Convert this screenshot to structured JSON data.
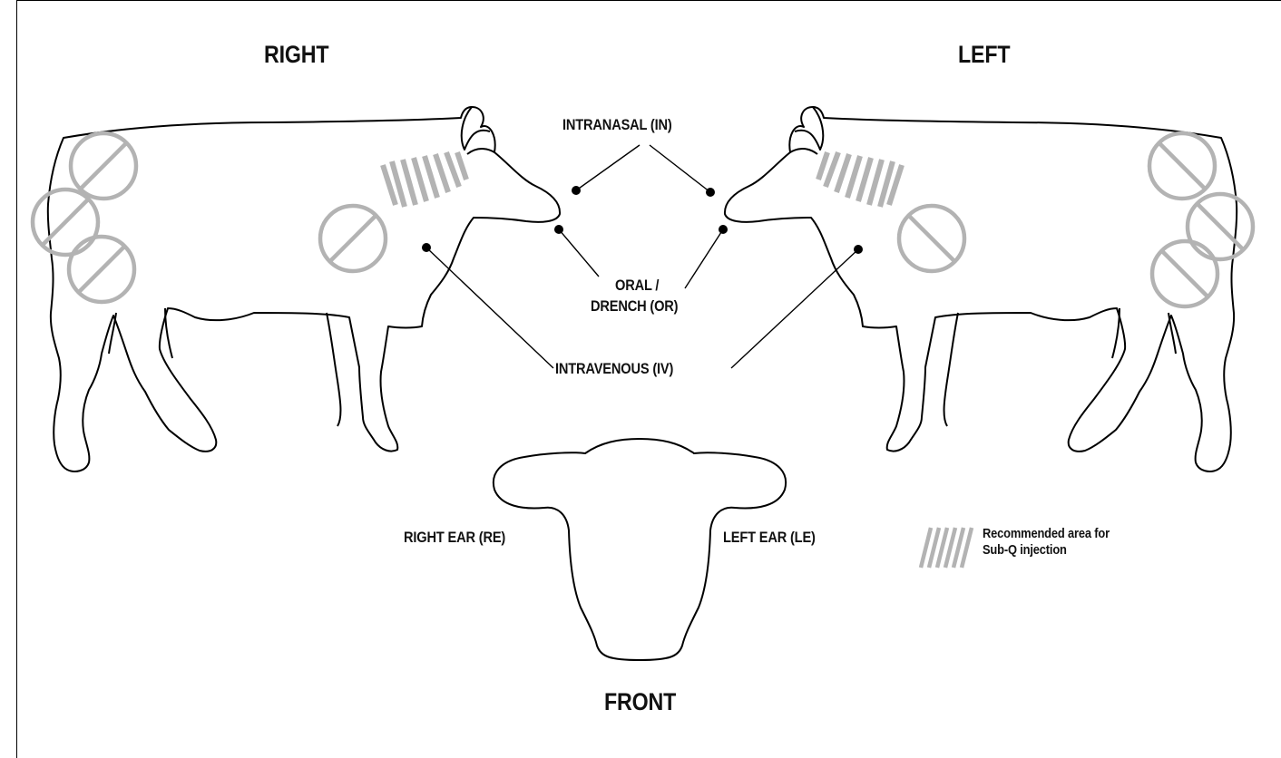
{
  "views": {
    "right": "RIGHT",
    "left": "LEFT",
    "front": "FRONT"
  },
  "routes": {
    "intranasal": "INTRANASAL (IN)",
    "oral_line1": "ORAL /",
    "oral_line2": "DRENCH (OR)",
    "intravenous": "INTRAVENOUS (IV)",
    "right_ear": "RIGHT EAR (RE)",
    "left_ear": "LEFT EAR (LE)"
  },
  "legend": {
    "line1": "Recommended area for",
    "line2": "Sub-Q injection"
  },
  "colors": {
    "outline": "#000000",
    "no_injection_symbol": "#b3b3b3",
    "hatch": "#b3b3b3"
  }
}
